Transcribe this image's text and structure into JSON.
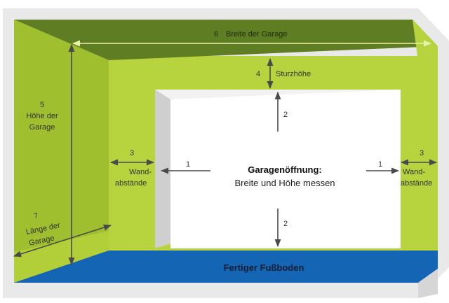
{
  "colors": {
    "back_wall": "#b7d33e",
    "ceiling": "#5f7d22",
    "left_wall": "#9fbf2e",
    "left_wall_dark": "#8aab25",
    "floor": "#1565b5",
    "frame": "#e9e9e9",
    "opening": "#ffffff",
    "reveal": "#cfcfcf",
    "arrow": "#4a4a4a",
    "width_arrow": "#e8f3a8"
  },
  "labels": {
    "width_num": "6",
    "width_text": "Breite der Garage",
    "lintel_num": "4",
    "lintel_text": "Sturzhöhe",
    "height_num": "5",
    "height_text_1": "Höhe der",
    "height_text_2": "Garage",
    "opening_height_top": "2",
    "opening_height_bottom": "2",
    "opening_width_left": "1",
    "opening_width_right": "1",
    "side_left_num": "3",
    "side_left_text_1": "Wand-",
    "side_left_text_2": "abstände",
    "side_right_num": "3",
    "side_right_text_1": "Wand-",
    "side_right_text_2": "abstände",
    "length_num": "7",
    "length_text_1": "Länge der",
    "length_text_2": "Garage",
    "opening_title": "Garagenöffnung:",
    "opening_subtitle": "Breite und Höhe messen",
    "floor_text": "Fertiger Fußboden"
  }
}
